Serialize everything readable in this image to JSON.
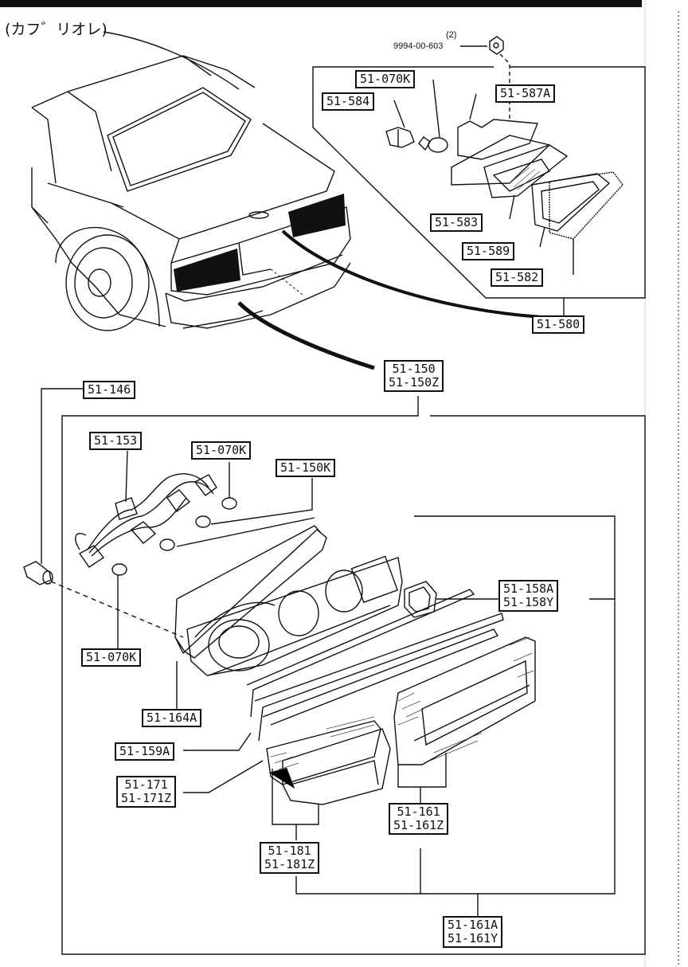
{
  "diagram": {
    "caption": "(カフ゛リオレ)",
    "qty_note": "(2)",
    "bolt_part": "9994-00-603",
    "labels": {
      "p51_070K_top": "51-070K",
      "p51_584": "51-584",
      "p51_587A": "51-587A",
      "p51_583": "51-583",
      "p51_589": "51-589",
      "p51_582": "51-582",
      "p51_580": "51-580",
      "p51_150": [
        "51-150",
        "51-150Z"
      ],
      "p51_146": "51-146",
      "p51_153": "51-153",
      "p51_070K_mid": "51-070K",
      "p51_150K": "51-150K",
      "p51_070K_low": "51-070K",
      "p51_164A": "51-164A",
      "p51_158": [
        "51-158A",
        "51-158Y"
      ],
      "p51_159A": "51-159A",
      "p51_171": [
        "51-171",
        "51-171Z"
      ],
      "p51_161": [
        "51-161",
        "51-161Z"
      ],
      "p51_181": [
        "51-181",
        "51-181Z"
      ],
      "p51_161A": [
        "51-161A",
        "51-161Y"
      ]
    }
  }
}
